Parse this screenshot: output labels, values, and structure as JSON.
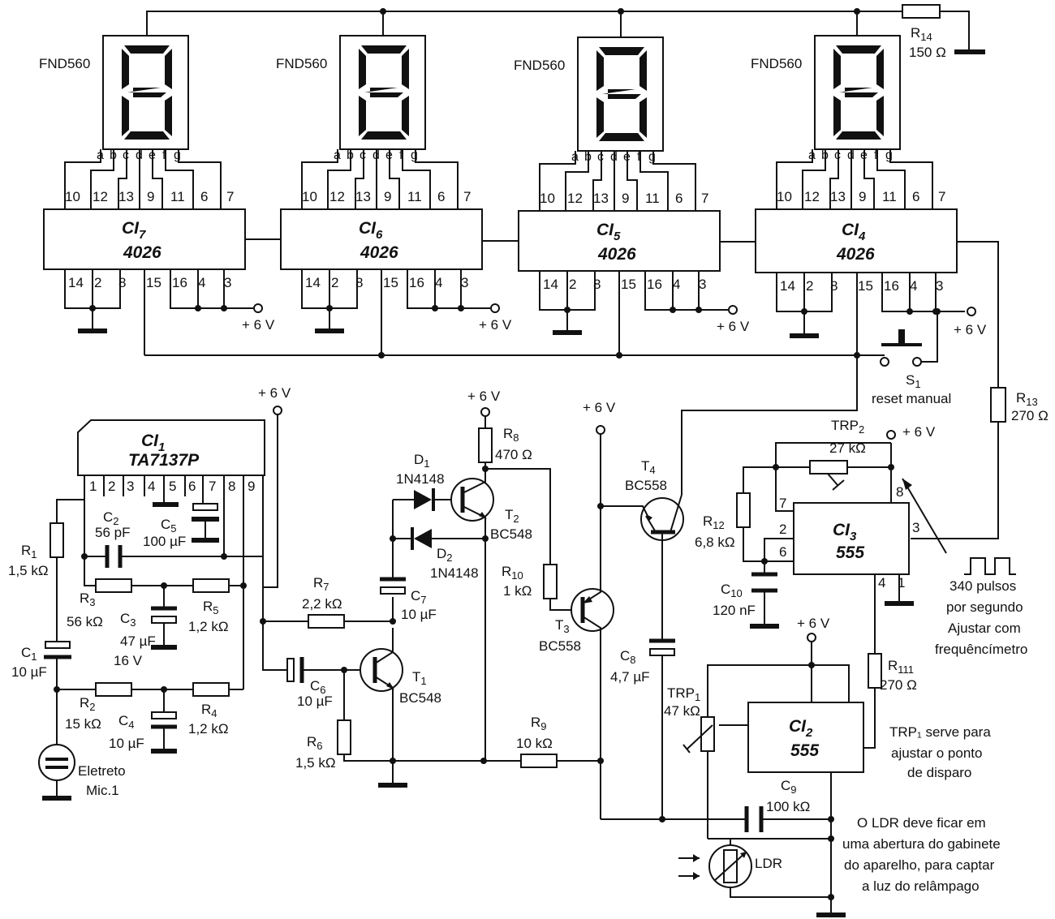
{
  "displays": [
    {
      "part": "FND560",
      "segments": [
        "a",
        "b",
        "c",
        "d",
        "e",
        "f",
        "g"
      ]
    },
    {
      "part": "FND560",
      "segments": [
        "a",
        "b",
        "c",
        "d",
        "e",
        "f",
        "g"
      ]
    },
    {
      "part": "FND560",
      "segments": [
        "a",
        "b",
        "c",
        "d",
        "e",
        "f",
        "g"
      ]
    },
    {
      "part": "FND560",
      "segments": [
        "a",
        "b",
        "c",
        "d",
        "e",
        "f",
        "g"
      ]
    }
  ],
  "counters": [
    {
      "ref": "CI",
      "sub": "7",
      "part": "4026",
      "top_pins": [
        "10",
        "12",
        "13",
        "9",
        "11",
        "6",
        "7"
      ],
      "bottom_pins": [
        "14",
        "2",
        "8",
        "15",
        "16",
        "4",
        "3"
      ],
      "supply": "+ 6 V"
    },
    {
      "ref": "CI",
      "sub": "6",
      "part": "4026",
      "top_pins": [
        "10",
        "12",
        "13",
        "9",
        "11",
        "6",
        "7"
      ],
      "bottom_pins": [
        "14",
        "2",
        "8",
        "15",
        "16",
        "4",
        "3"
      ],
      "supply": "+ 6 V"
    },
    {
      "ref": "CI",
      "sub": "5",
      "part": "4026",
      "top_pins": [
        "10",
        "12",
        "13",
        "9",
        "11",
        "6",
        "7"
      ],
      "bottom_pins": [
        "14",
        "2",
        "8",
        "15",
        "16",
        "4",
        "3"
      ],
      "supply": "+ 6 V"
    },
    {
      "ref": "CI",
      "sub": "4",
      "part": "4026",
      "top_pins": [
        "10",
        "12",
        "13",
        "9",
        "11",
        "6",
        "7"
      ],
      "bottom_pins": [
        "14",
        "2",
        "8",
        "15",
        "16",
        "4",
        "3"
      ],
      "supply": "+ 6 V"
    }
  ],
  "r14": {
    "ref": "R",
    "sub": "14",
    "value": "150 Ω"
  },
  "r13": {
    "ref": "R",
    "sub": "13",
    "value": "270 Ω"
  },
  "s1": {
    "ref": "S",
    "sub": "1",
    "desc": "reset manual",
    "supply": "+ 6 V"
  },
  "ci1": {
    "ref": "CI",
    "sub": "1",
    "part": "TA7137P",
    "pins": [
      "1",
      "2",
      "3",
      "4",
      "5",
      "6",
      "7",
      "8",
      "9"
    ],
    "supply": "+ 6 V"
  },
  "passives": {
    "r1": {
      "ref": "R",
      "sub": "1",
      "value": "1,5 kΩ"
    },
    "r2": {
      "ref": "R",
      "sub": "2",
      "value": "15 kΩ"
    },
    "r3": {
      "ref": "R",
      "sub": "3",
      "value": "56 kΩ"
    },
    "r4": {
      "ref": "R",
      "sub": "4",
      "value": "1,2 kΩ"
    },
    "r5": {
      "ref": "R",
      "sub": "5",
      "value": "1,2 kΩ"
    },
    "r6": {
      "ref": "R",
      "sub": "6",
      "value": "1,5 kΩ"
    },
    "r7": {
      "ref": "R",
      "sub": "7",
      "value": "2,2 kΩ"
    },
    "r8": {
      "ref": "R",
      "sub": "8",
      "value": "470 Ω"
    },
    "r9": {
      "ref": "R",
      "sub": "9",
      "value": "10 kΩ"
    },
    "r10": {
      "ref": "R",
      "sub": "10",
      "value": "1 kΩ"
    },
    "r12": {
      "ref": "R",
      "sub": "12",
      "value": "6,8 kΩ"
    },
    "r111": {
      "ref": "R",
      "sub": "111",
      "value": "270 Ω"
    },
    "c1": {
      "ref": "C",
      "sub": "1",
      "value": "10 µF"
    },
    "c2": {
      "ref": "C",
      "sub": "2",
      "value": "56 pF"
    },
    "c3": {
      "ref": "C",
      "sub": "3",
      "value": "47 µF",
      "rating": "16 V"
    },
    "c4": {
      "ref": "C",
      "sub": "4",
      "value": "10 µF"
    },
    "c5": {
      "ref": "C",
      "sub": "5",
      "value": "100 µF"
    },
    "c6": {
      "ref": "C",
      "sub": "6",
      "value": "10 µF"
    },
    "c7": {
      "ref": "C",
      "sub": "7",
      "value": "10 µF"
    },
    "c8": {
      "ref": "C",
      "sub": "8",
      "value": "4,7 µF"
    },
    "c9": {
      "ref": "C",
      "sub": "9",
      "value": "100 kΩ"
    },
    "c10": {
      "ref": "C",
      "sub": "10",
      "value": "120 nF"
    }
  },
  "mic": {
    "line1": "Eletreto",
    "line2": "Mic.1"
  },
  "diodes": {
    "d1": {
      "ref": "D",
      "sub": "1",
      "part": "1N4148"
    },
    "d2": {
      "ref": "D",
      "sub": "2",
      "part": "1N4148"
    }
  },
  "transistors": {
    "t1": {
      "ref": "T",
      "sub": "1",
      "part": "BC548"
    },
    "t2": {
      "ref": "T",
      "sub": "2",
      "part": "BC548"
    },
    "t3": {
      "ref": "T",
      "sub": "3",
      "part": "BC558"
    },
    "t4": {
      "ref": "T",
      "sub": "4",
      "part": "BC558"
    }
  },
  "supply_label": "+ 6 V",
  "ci3": {
    "ref": "CI",
    "sub": "3",
    "part": "555",
    "pins": [
      "7",
      "8",
      "2",
      "6",
      "3",
      "4",
      "1"
    ]
  },
  "trp2": {
    "ref": "TRP",
    "sub": "2",
    "value": "27 kΩ"
  },
  "ci2": {
    "ref": "CI",
    "sub": "2",
    "part": "555"
  },
  "trp1": {
    "ref": "TRP",
    "sub": "1",
    "value": "47 kΩ"
  },
  "ldr": {
    "label": "LDR"
  },
  "notes": {
    "pulses": [
      "340 pulsos",
      "por segundo",
      "Ajustar com",
      "frequêncímetro"
    ],
    "trp1": [
      "TRP₁ serve para",
      "ajustar o ponto",
      "de disparo"
    ],
    "ldr": [
      "O LDR deve ficar em",
      "uma abertura do gabinete",
      "do aparelho, para captar",
      "a luz do relâmpago"
    ]
  }
}
